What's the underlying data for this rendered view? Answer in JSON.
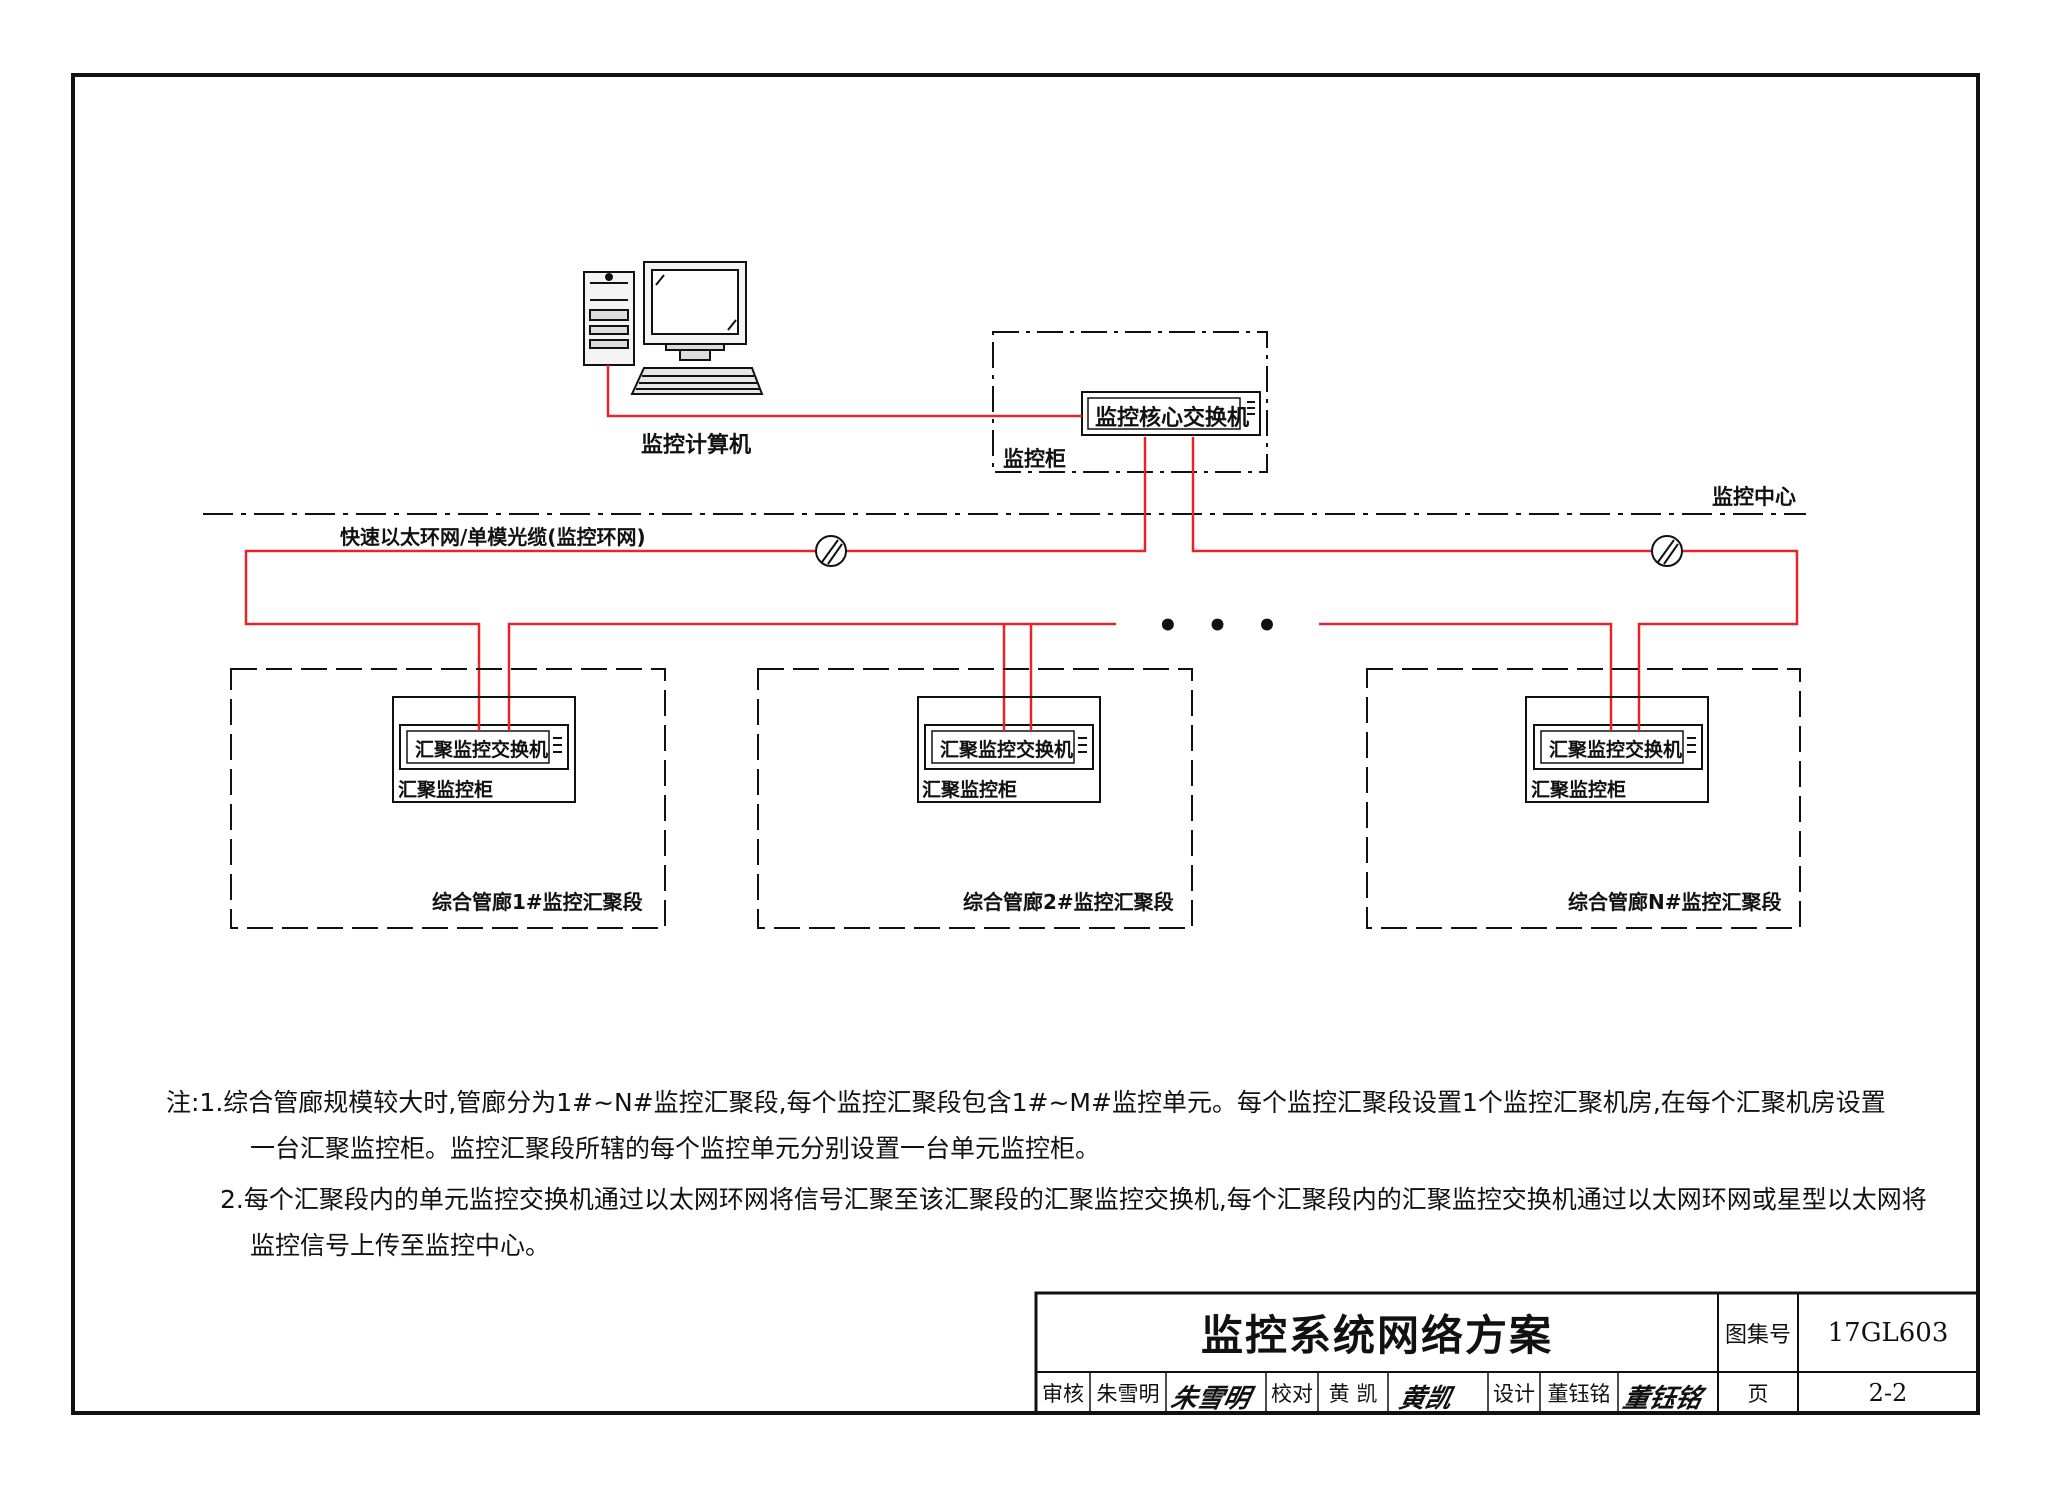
{
  "diagram": {
    "computer_label": "监控计算机",
    "cabinet_label": "监控柜",
    "core_switch_label": "监控核心交换机",
    "center_label": "监控中心",
    "ring_label": "快速以太环网/单模光缆(监控环网)",
    "ellipsis": "• • •",
    "segments": [
      {
        "switch_label": "汇聚监控交换机",
        "cabinet_label": "汇聚监控柜",
        "segment_label": "综合管廊1#监控汇聚段"
      },
      {
        "switch_label": "汇聚监控交换机",
        "cabinet_label": "汇聚监控柜",
        "segment_label": "综合管廊2#监控汇聚段"
      },
      {
        "switch_label": "汇聚监控交换机",
        "cabinet_label": "汇聚监控柜",
        "segment_label": "综合管廊N#监控汇聚段"
      }
    ],
    "line_color": "#e8232a"
  },
  "notes": {
    "line1": "注:1.综合管廊规模较大时,管廊分为1#~N#监控汇聚段,每个监控汇聚段包含1#~M#监控单元。每个监控汇聚段设置1个监控汇聚机房,在每个汇聚机房设置",
    "line2": "一台汇聚监控柜。监控汇聚段所辖的每个监控单元分别设置一台单元监控柜。",
    "line3": "2.每个汇聚段内的单元监控交换机通过以太网环网将信号汇聚至该汇聚段的汇聚监控交换机,每个汇聚段内的汇聚监控交换机通过以太网环网或星型以太网将",
    "line4": "监控信号上传至监控中心。"
  },
  "title_block": {
    "title": "监控系统网络方案",
    "atlas_label": "图集号",
    "atlas_no": "17GL603",
    "review_label": "审核",
    "reviewer": "朱雪明",
    "reviewer_sig": "朱雪明",
    "check_label": "校对",
    "checker": "黄 凯",
    "checker_sig": "黄凯",
    "design_label": "设计",
    "designer": "董钰铭",
    "designer_sig": "董钰铭",
    "page_label": "页",
    "page_no": "2-2"
  }
}
